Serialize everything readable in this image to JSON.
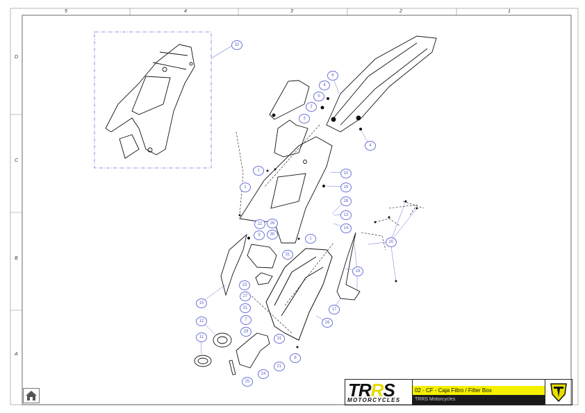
{
  "ruler": {
    "columns": [
      "5",
      "4",
      "3",
      "2",
      "1"
    ],
    "rows": [
      "D",
      "C",
      "B",
      "A"
    ]
  },
  "callouts": [
    {
      "n": "32"
    },
    {
      "n": "2"
    },
    {
      "n": "3"
    },
    {
      "n": "4"
    },
    {
      "n": "5"
    },
    {
      "n": "6"
    },
    {
      "n": "4"
    },
    {
      "n": "10"
    },
    {
      "n": "19"
    },
    {
      "n": "1"
    },
    {
      "n": "1"
    },
    {
      "n": "22"
    },
    {
      "n": "26"
    },
    {
      "n": "28"
    },
    {
      "n": "13"
    },
    {
      "n": "14"
    },
    {
      "n": "9"
    },
    {
      "n": "30"
    },
    {
      "n": "1"
    },
    {
      "n": "31"
    },
    {
      "n": "23"
    },
    {
      "n": "27"
    },
    {
      "n": "31"
    },
    {
      "n": "7"
    },
    {
      "n": "29"
    },
    {
      "n": "31"
    },
    {
      "n": "16"
    },
    {
      "n": "17"
    },
    {
      "n": "18"
    },
    {
      "n": "20"
    },
    {
      "n": "8"
    },
    {
      "n": "21"
    },
    {
      "n": "24"
    },
    {
      "n": "25"
    },
    {
      "n": "11"
    },
    {
      "n": "12"
    },
    {
      "n": "15"
    }
  ],
  "title_block": {
    "logo_text": "TRRS",
    "logo_subtext": "MOTORCYCLES",
    "drawing_title": "02 - CF - Caja Filtro / Filter Box",
    "company": "TRRS Motorcycles"
  },
  "colors": {
    "callout": "#6a73d8",
    "title_bar": "#f4f000",
    "badge": "#e6dc00"
  },
  "home_icon": "home-icon"
}
